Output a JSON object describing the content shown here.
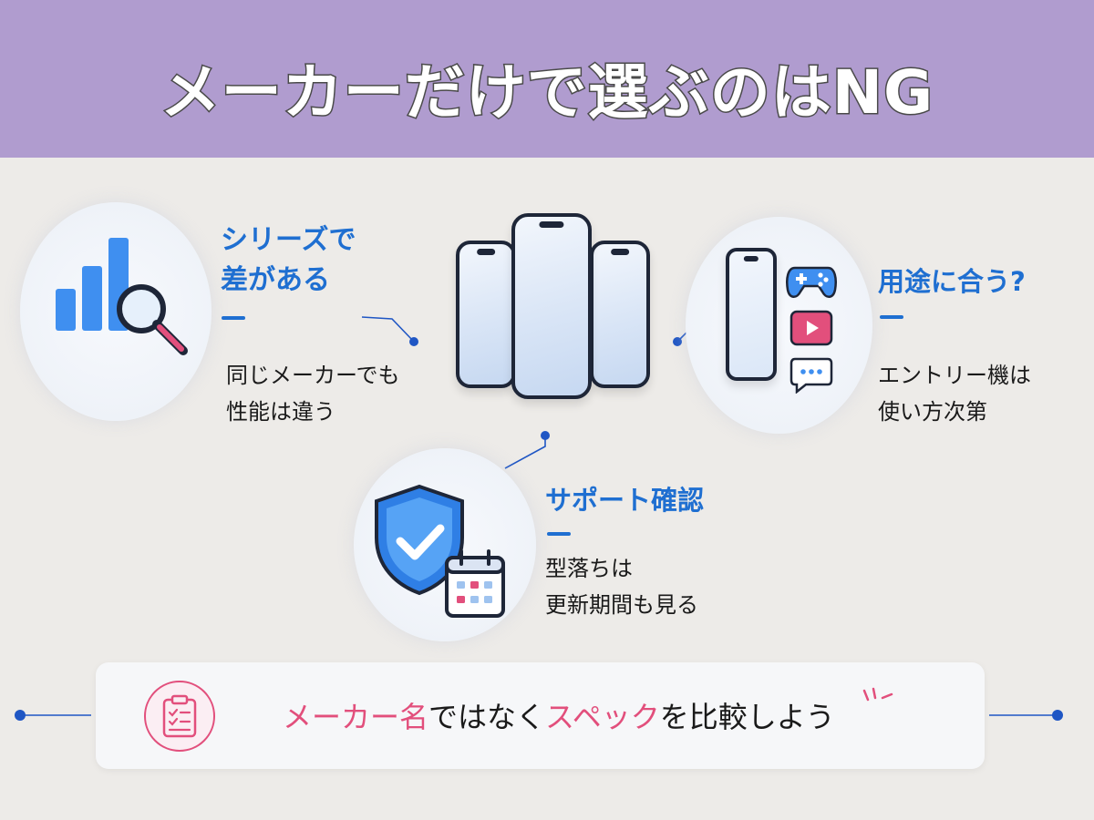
{
  "header": {
    "title": "メーカーだけで選ぶのはNG"
  },
  "points": [
    {
      "heading_line1": "シリーズで",
      "heading_line2": "差がある",
      "body_line1": "同じメーカーでも",
      "body_line2": "性能は違う"
    },
    {
      "heading_line1": "用途に合う?",
      "body_line1": "エントリー機は",
      "body_line2": "使い方次第"
    },
    {
      "heading_line1": "サポート確認",
      "body_line1": "型落ちは",
      "body_line2": "更新期間も見る"
    }
  ],
  "footer": {
    "part1": "メーカー名",
    "part2": "ではなく",
    "part3": "スペック",
    "part4": "を比較しよう"
  },
  "colors": {
    "header_bg": "#b09ccf",
    "accent_blue": "#1f6fd1",
    "accent_pink": "#e24f7c",
    "background": "#edebe8"
  },
  "icons": [
    "bar-chart-magnifier-icon",
    "smartphone-icon",
    "game-controller-icon",
    "play-button-icon",
    "chat-bubble-icon",
    "shield-check-icon",
    "calendar-icon",
    "clipboard-checklist-icon",
    "sparkle-lines-icon"
  ]
}
